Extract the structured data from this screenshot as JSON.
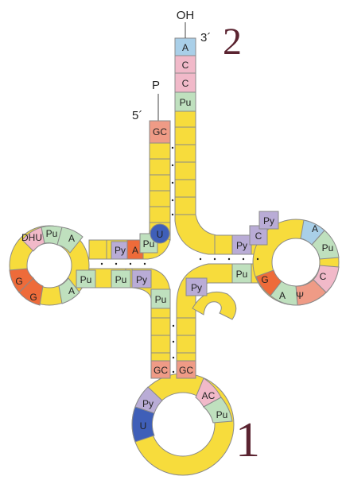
{
  "colors": {
    "yellow": "#f7dc3c",
    "blue_acceptor": "#a9cfe8",
    "pink": "#f1b9c9",
    "green": "#bfe0be",
    "purple": "#b9acd6",
    "orange": "#ee6b3a",
    "salmon": "#ef9b86",
    "navy": "#3f5fb8",
    "outline": "#8a8a8a",
    "label_dark": "#5a2330"
  },
  "labels": {
    "oh": "OH",
    "three_prime": "3´",
    "five_prime": "5´",
    "phosphate": "P",
    "number_2": "2",
    "number_1": "1"
  },
  "acceptor_3prime": [
    "A",
    "C",
    "C",
    "Pu"
  ],
  "acceptor_5prime_first": "GC",
  "d_arm": [
    "Py",
    "A",
    "Pu",
    "U"
  ],
  "d_loop": [
    "DHU",
    "Pu",
    "A",
    "G",
    "G",
    "A"
  ],
  "d_arm_lower": [
    "Pu",
    "Pu",
    "Py"
  ],
  "variable": [
    "Pu"
  ],
  "anticodon_stem_left": "GC",
  "anticodon_stem_right": "GC",
  "anticodon_loop": [
    "Py",
    "U",
    "AC",
    "Pu"
  ],
  "t_arm_upper": [
    "Py",
    "C",
    "Py"
  ],
  "t_arm_lower": [
    "Py",
    "Pu",
    "G",
    "A",
    "Ψ",
    "C",
    "Pu",
    "A"
  ]
}
